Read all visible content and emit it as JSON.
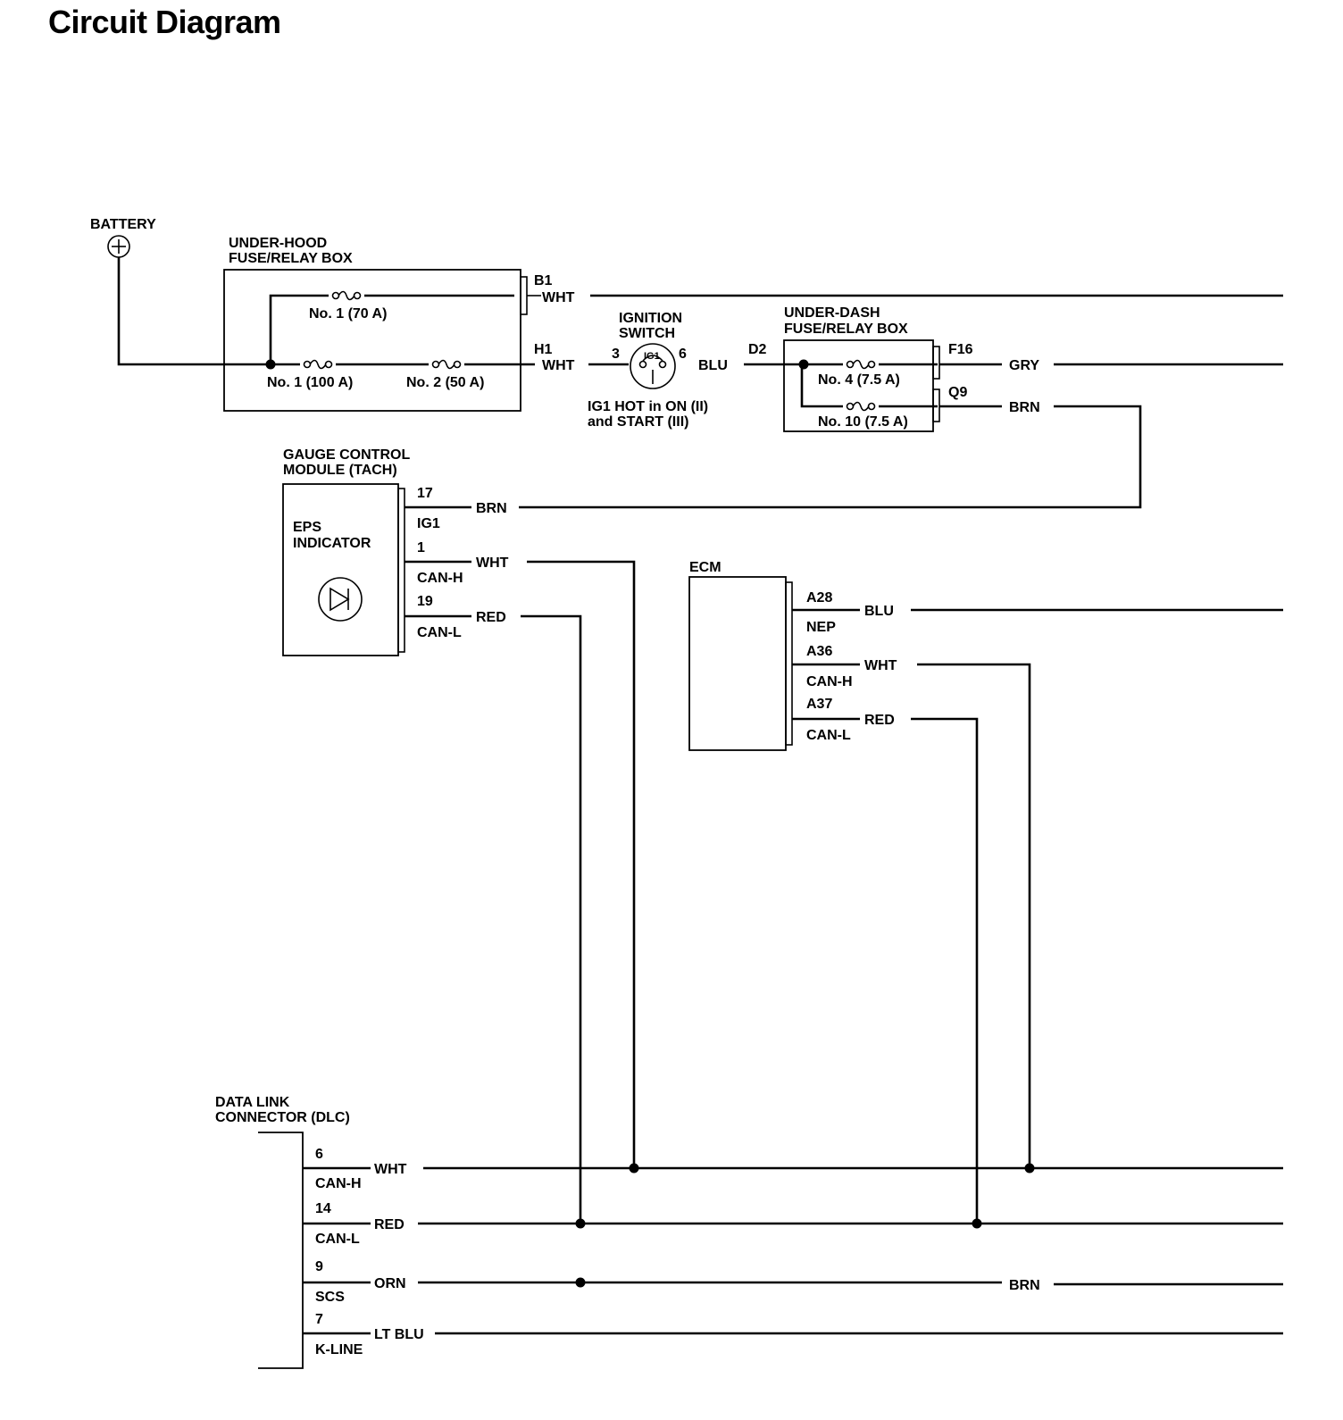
{
  "title": "Circuit Diagram",
  "battery": {
    "label": "BATTERY"
  },
  "under_hood": {
    "label_line1": "UNDER-HOOD",
    "label_line2": "FUSE/RELAY BOX",
    "fuse_no1_70": "No. 1 (70 A)",
    "fuse_no1_100": "No. 1 (100 A)",
    "fuse_no2_50": "No. 2 (50 A)",
    "term_b1": "B1",
    "term_h1": "H1",
    "wire_b1": "WHT",
    "wire_h1": "WHT"
  },
  "ignition_switch": {
    "label_line1": "IGNITION",
    "label_line2": "SWITCH",
    "pin_in": "3",
    "pin_out": "6",
    "contact": "IG1",
    "wire_out": "BLU",
    "note_line1": "IG1 HOT in ON (II)",
    "note_line2": "and START (III)"
  },
  "under_dash": {
    "label_line1": "UNDER-DASH",
    "label_line2": "FUSE/RELAY BOX",
    "term_d2": "D2",
    "term_f16": "F16",
    "term_q9": "Q9",
    "fuse_no4": "No. 4 (7.5 A)",
    "fuse_no10": "No. 10 (7.5 A)",
    "wire_f16": "GRY",
    "wire_q9": "BRN"
  },
  "gauge_module": {
    "label_line1": "GAUGE CONTROL",
    "label_line2": "MODULE (TACH)",
    "indicator_line1": "EPS",
    "indicator_line2": "INDICATOR",
    "pins": [
      {
        "num": "17",
        "name": "IG1",
        "wire": "BRN"
      },
      {
        "num": "1",
        "name": "CAN-H",
        "wire": "WHT"
      },
      {
        "num": "19",
        "name": "CAN-L",
        "wire": "RED"
      }
    ]
  },
  "ecm": {
    "label": "ECM",
    "pins": [
      {
        "num": "A28",
        "name": "NEP",
        "wire": "BLU"
      },
      {
        "num": "A36",
        "name": "CAN-H",
        "wire": "WHT"
      },
      {
        "num": "A37",
        "name": "CAN-L",
        "wire": "RED"
      }
    ]
  },
  "dlc": {
    "label_line1": "DATA LINK",
    "label_line2": "CONNECTOR (DLC)",
    "pins": [
      {
        "num": "6",
        "name": "CAN-H",
        "wire": "WHT"
      },
      {
        "num": "14",
        "name": "CAN-L",
        "wire": "RED"
      },
      {
        "num": "9",
        "name": "SCS",
        "wire": "ORN"
      },
      {
        "num": "7",
        "name": "K-LINE",
        "wire": "LT BLU"
      }
    ],
    "scs_far_wire": "BRN"
  }
}
